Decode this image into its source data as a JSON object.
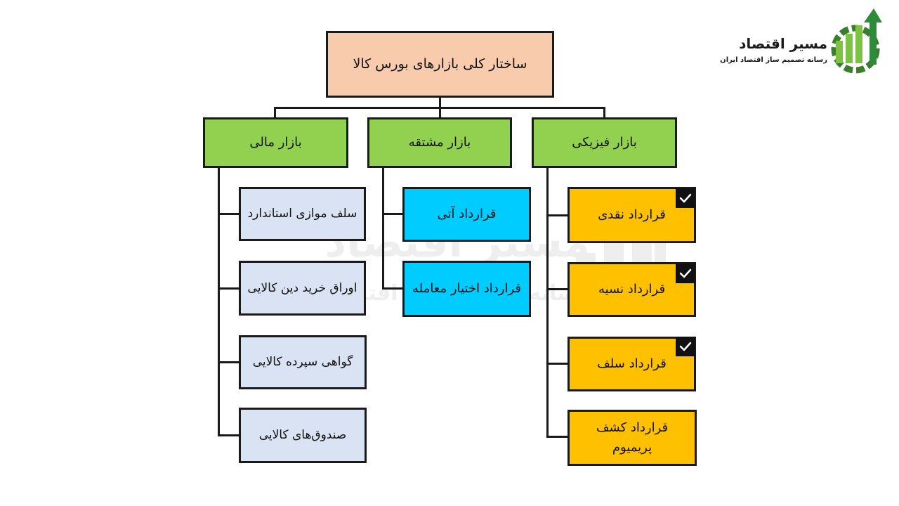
{
  "logo": {
    "title": "مسیر اقتصاد",
    "subtitle": "رسانه تصمیم ساز اقتصاد ایران",
    "colors": {
      "bars": "#7dc242",
      "gear": "#3a7d2c",
      "arrow": "#2e8b3a"
    },
    "icon": "growth-chart-gear-logo"
  },
  "watermark": {
    "title": "مسیر اقتصاد",
    "subtitle": "رسانه تصمیم ساز اقتصاد ایران"
  },
  "diagram": {
    "root": "ساختار کلی بازارهای بورس کالا",
    "branches": {
      "financial": {
        "title": "بازار مالی",
        "items": [
          "سلف موازی استاندارد",
          "اوراق خرید دین کالایی",
          "گواهی سپرده کالایی",
          "صندوق‌های کالایی"
        ]
      },
      "derivative": {
        "title": "بازار مشتقه",
        "items": [
          "قرارداد آتی",
          "قرارداد اختیار معامله"
        ]
      },
      "physical": {
        "title": "بازار فیزیکی",
        "items": [
          "قرارداد نقدی",
          "قرارداد نسیه",
          "قرارداد سلف",
          "قرارداد کشف پریمیوم"
        ],
        "checked": [
          true,
          true,
          true,
          false
        ]
      }
    },
    "colors": {
      "root": "#f8cbad",
      "branch": "#92d050",
      "financial_items": "#dae3f3",
      "derivative_items": "#00ccff",
      "physical_items": "#ffc000"
    }
  }
}
